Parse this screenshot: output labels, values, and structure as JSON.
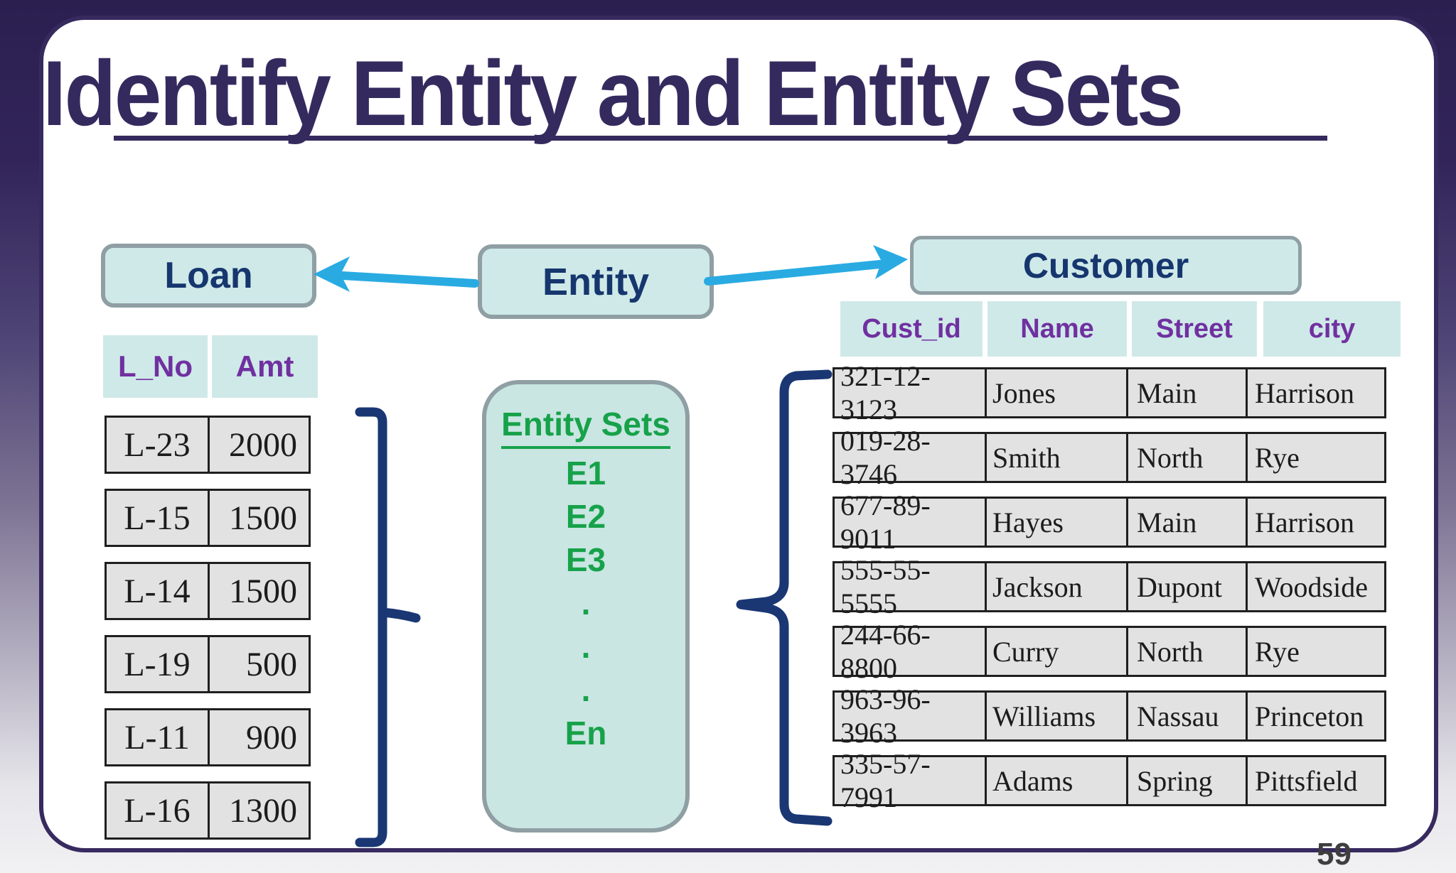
{
  "slide": {
    "title": "Identify Entity and Entity Sets",
    "page_number": "59"
  },
  "diagram": {
    "entity_label": "Entity",
    "loan_label": "Loan",
    "customer_label": "Customer"
  },
  "loan_table": {
    "headers": [
      "L_No",
      "Amt"
    ],
    "rows": [
      [
        "L-23",
        "2000"
      ],
      [
        "L-15",
        "1500"
      ],
      [
        "L-14",
        "1500"
      ],
      [
        "L-19",
        "500"
      ],
      [
        "L-11",
        "900"
      ],
      [
        "L-16",
        "1300"
      ]
    ]
  },
  "entity_sets": {
    "title": "Entity Sets",
    "items": [
      "E1",
      "E2",
      "E3",
      ".",
      ".",
      ".",
      "En"
    ]
  },
  "customer_table": {
    "headers": [
      "Cust_id",
      "Name",
      "Street",
      "city"
    ],
    "rows": [
      [
        "321-12-3123",
        "Jones",
        "Main",
        "Harrison"
      ],
      [
        "019-28-3746",
        "Smith",
        "North",
        "Rye"
      ],
      [
        "677-89-9011",
        "Hayes",
        "Main",
        "Harrison"
      ],
      [
        "555-55-5555",
        "Jackson",
        "Dupont",
        "Woodside"
      ],
      [
        "244-66-8800",
        "Curry",
        "North",
        "Rye"
      ],
      [
        "963-96-3963",
        "Williams",
        "Nassau",
        "Princeton"
      ],
      [
        "335-57-7991",
        "Adams",
        "Spring",
        "Pittsfield"
      ]
    ]
  },
  "colors": {
    "background_top": "#2b1f50",
    "background_bottom": "#f1f1f3",
    "card_border": "#372a5e",
    "title_ink": "#352a5e",
    "teal_fill": "#cfe9e8",
    "entity_sets_fill": "#c9e6e3",
    "box_border_gray": "#8f9fa4",
    "navy_label": "#16366e",
    "header_purple": "#7030a0",
    "green": "#17a24a",
    "arrow_cyan": "#29abe2",
    "row_fill": "#e2e2e2",
    "row_border": "#1f1f1f",
    "brace_navy": "#1a3774",
    "page_number_gray": "#3e3e3e"
  }
}
